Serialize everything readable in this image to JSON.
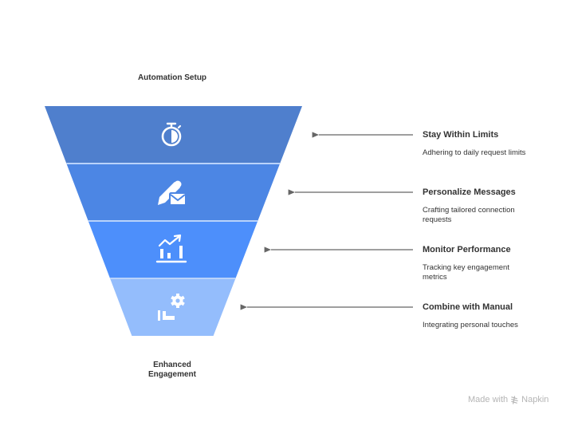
{
  "diagram": {
    "type": "funnel",
    "top_label": "Automation Setup",
    "bottom_label_line1": "Enhanced",
    "bottom_label_line2": "Engagement",
    "colors": {
      "band_1": "#4f7fcd",
      "band_2": "#4c86e4",
      "band_3": "#4d8ffb",
      "band_4": "#94bdfc",
      "separator": "#b9d3fb",
      "icon": "#ffffff",
      "arrow": "#666666",
      "text": "#333333"
    },
    "stages": [
      {
        "icon": "stopwatch-icon",
        "title": "Stay Within Limits",
        "desc_line1": "Adhering to daily request limits",
        "desc_line2": ""
      },
      {
        "icon": "pencil-envelope-icon",
        "title": "Personalize Messages",
        "desc_line1": "Crafting tailored connection",
        "desc_line2": "requests"
      },
      {
        "icon": "growth-chart-icon",
        "title": "Monitor Performance",
        "desc_line1": "Tracking key engagement",
        "desc_line2": "metrics"
      },
      {
        "icon": "hand-gear-icon",
        "title": "Combine with Manual",
        "desc_line1": "Integrating personal touches",
        "desc_line2": ""
      }
    ]
  },
  "footer": {
    "made_with": "Made with",
    "brand_name": "Napkin",
    "brand_icon": "napkin-logo-icon"
  }
}
